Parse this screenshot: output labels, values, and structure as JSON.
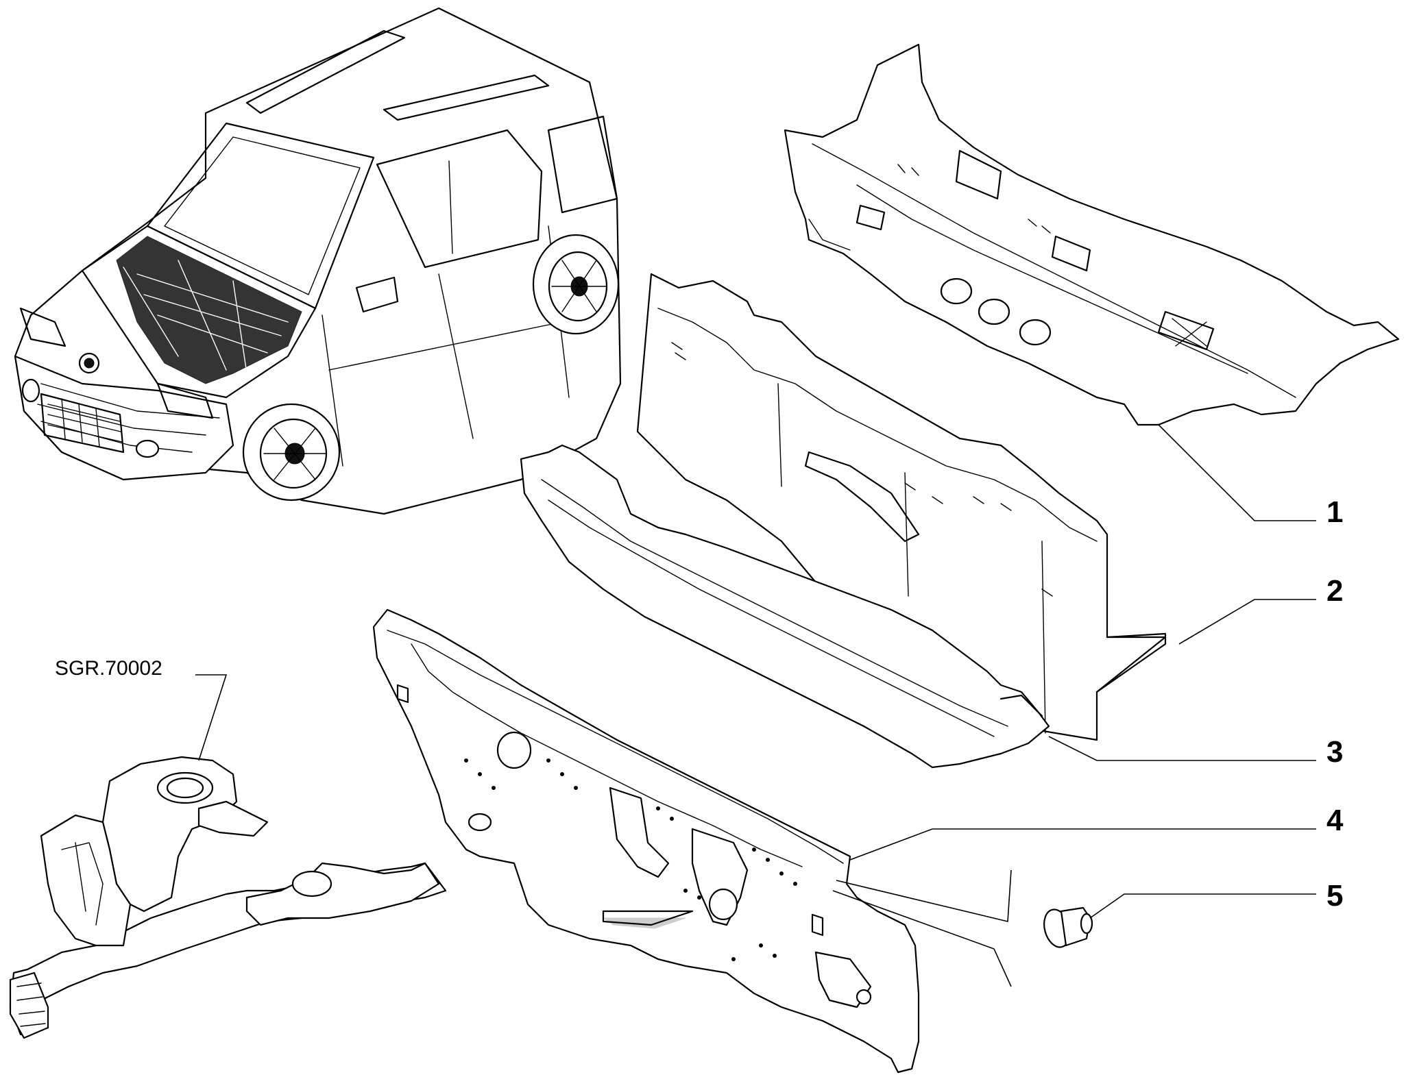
{
  "diagram": {
    "reference_label": "SGR.70002",
    "callouts": [
      "1",
      "2",
      "3",
      "4",
      "5"
    ]
  }
}
